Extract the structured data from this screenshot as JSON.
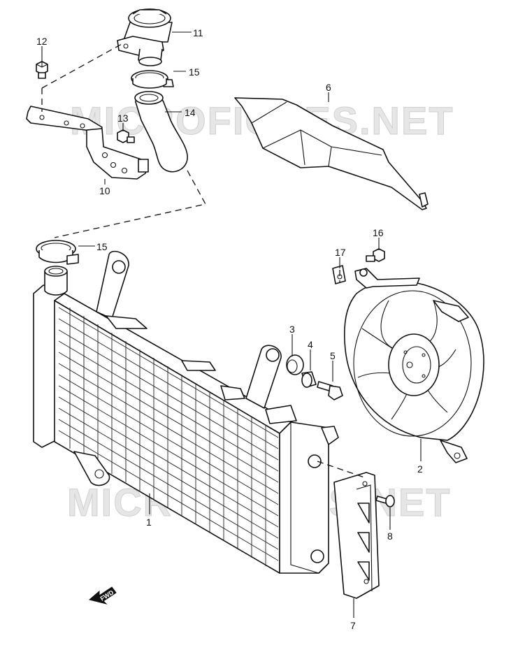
{
  "watermark": {
    "upper": "MICROFICHES.NET",
    "lower": "MICROFICHES.NET"
  },
  "direction_marker": "FWD",
  "callouts": [
    {
      "id": "c1",
      "label": "1"
    },
    {
      "id": "c2",
      "label": "2"
    },
    {
      "id": "c3",
      "label": "3"
    },
    {
      "id": "c4",
      "label": "4"
    },
    {
      "id": "c5",
      "label": "5"
    },
    {
      "id": "c6",
      "label": "6"
    },
    {
      "id": "c7",
      "label": "7"
    },
    {
      "id": "c8",
      "label": "8"
    },
    {
      "id": "c10",
      "label": "10"
    },
    {
      "id": "c11",
      "label": "11"
    },
    {
      "id": "c12",
      "label": "12"
    },
    {
      "id": "c13",
      "label": "13"
    },
    {
      "id": "c14",
      "label": "14"
    },
    {
      "id": "c15a",
      "label": "15"
    },
    {
      "id": "c15b",
      "label": "15"
    },
    {
      "id": "c16",
      "label": "16"
    },
    {
      "id": "c17",
      "label": "17"
    }
  ]
}
